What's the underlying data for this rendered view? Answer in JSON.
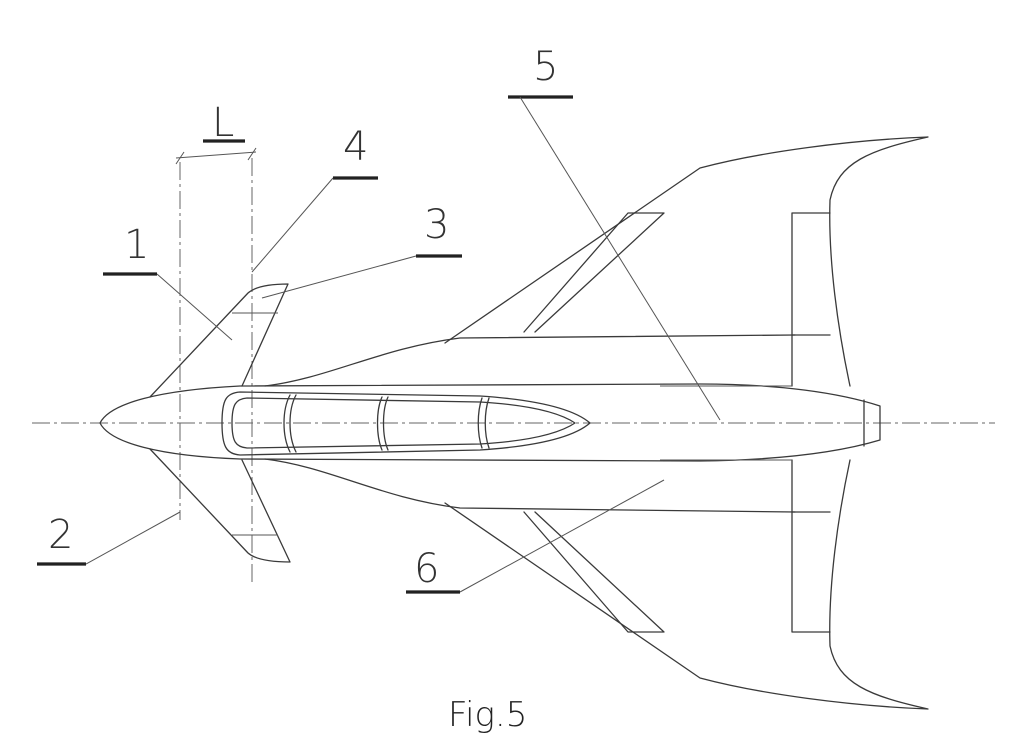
{
  "figure": {
    "caption": "Fig.5",
    "dimension_label": "L",
    "callouts": [
      {
        "id": "1",
        "label": "1"
      },
      {
        "id": "2",
        "label": "2"
      },
      {
        "id": "3",
        "label": "3"
      },
      {
        "id": "4",
        "label": "4"
      },
      {
        "id": "5",
        "label": "5"
      },
      {
        "id": "6",
        "label": "6"
      }
    ]
  }
}
